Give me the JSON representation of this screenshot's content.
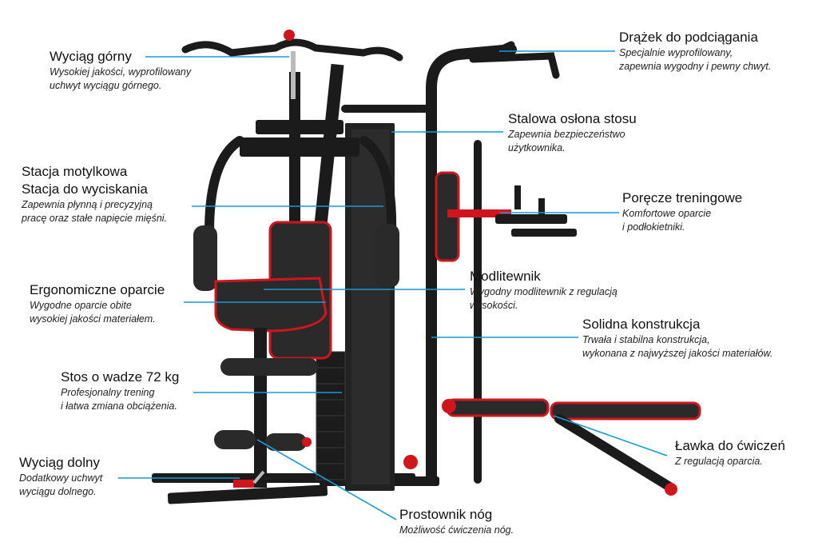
{
  "diagram": {
    "accent": "#1a9ad6",
    "frame_color": "#1b1b1b",
    "pad_color": "#2a2a2a",
    "trim_color": "#d0151c",
    "callouts": [
      {
        "id": "wyciag-gorny",
        "title": "Wyciąg górny",
        "desc": [
          "Wysokiej jakości, wyprofilowany",
          "uchwyt wyciągu górnego."
        ]
      },
      {
        "id": "stacja",
        "title": [
          "Stacja motylkowa",
          "Stacja do wyciskania"
        ],
        "desc": [
          "Zapewnia płynną i precyzyjną",
          "pracę oraz stałe napięcie mięśni."
        ]
      },
      {
        "id": "oparcie",
        "title": "Ergonomiczne oparcie",
        "desc": [
          "Wygodne oparcie obite",
          "wysokiej jakości materiałem."
        ]
      },
      {
        "id": "stos",
        "title": "Stos o wadze 72 kg",
        "desc": [
          "Profesjonalny trening",
          "i łatwa zmiana obciążenia."
        ]
      },
      {
        "id": "wyciag-dolny",
        "title": "Wyciąg dolny",
        "desc": [
          "Dodatkowy uchwyt",
          "wyciągu dolnego."
        ]
      },
      {
        "id": "drazek",
        "title": "Drążek do podciągania",
        "desc": [
          "Specjalnie wyprofilowany,",
          "zapewnia wygodny i pewny chwyt."
        ]
      },
      {
        "id": "oslona",
        "title": "Stalowa osłona stosu",
        "desc": [
          "Zapewnia bezpieczeństwo",
          "użytkownika."
        ]
      },
      {
        "id": "porecze",
        "title": "Poręcze treningowe",
        "desc": [
          "Komfortowe oparcie",
          "i podłokietniki."
        ]
      },
      {
        "id": "modlitewnik",
        "title": "Modlitewnik",
        "desc": [
          "Wygodny modlitewnik z regulacją",
          "wysokości."
        ]
      },
      {
        "id": "konstrukcja",
        "title": "Solidna konstrukcja",
        "desc": [
          "Trwała i stabilna konstrukcja,",
          "wykonana z najwyższej jakości materiałów."
        ]
      },
      {
        "id": "lawka",
        "title": "Ławka do ćwiczeń",
        "desc": [
          "Z regulacją oparcia."
        ]
      },
      {
        "id": "prostownik",
        "title": "Prostownik nóg",
        "desc": [
          "Możliwość ćwiczenia nóg."
        ]
      }
    ]
  }
}
